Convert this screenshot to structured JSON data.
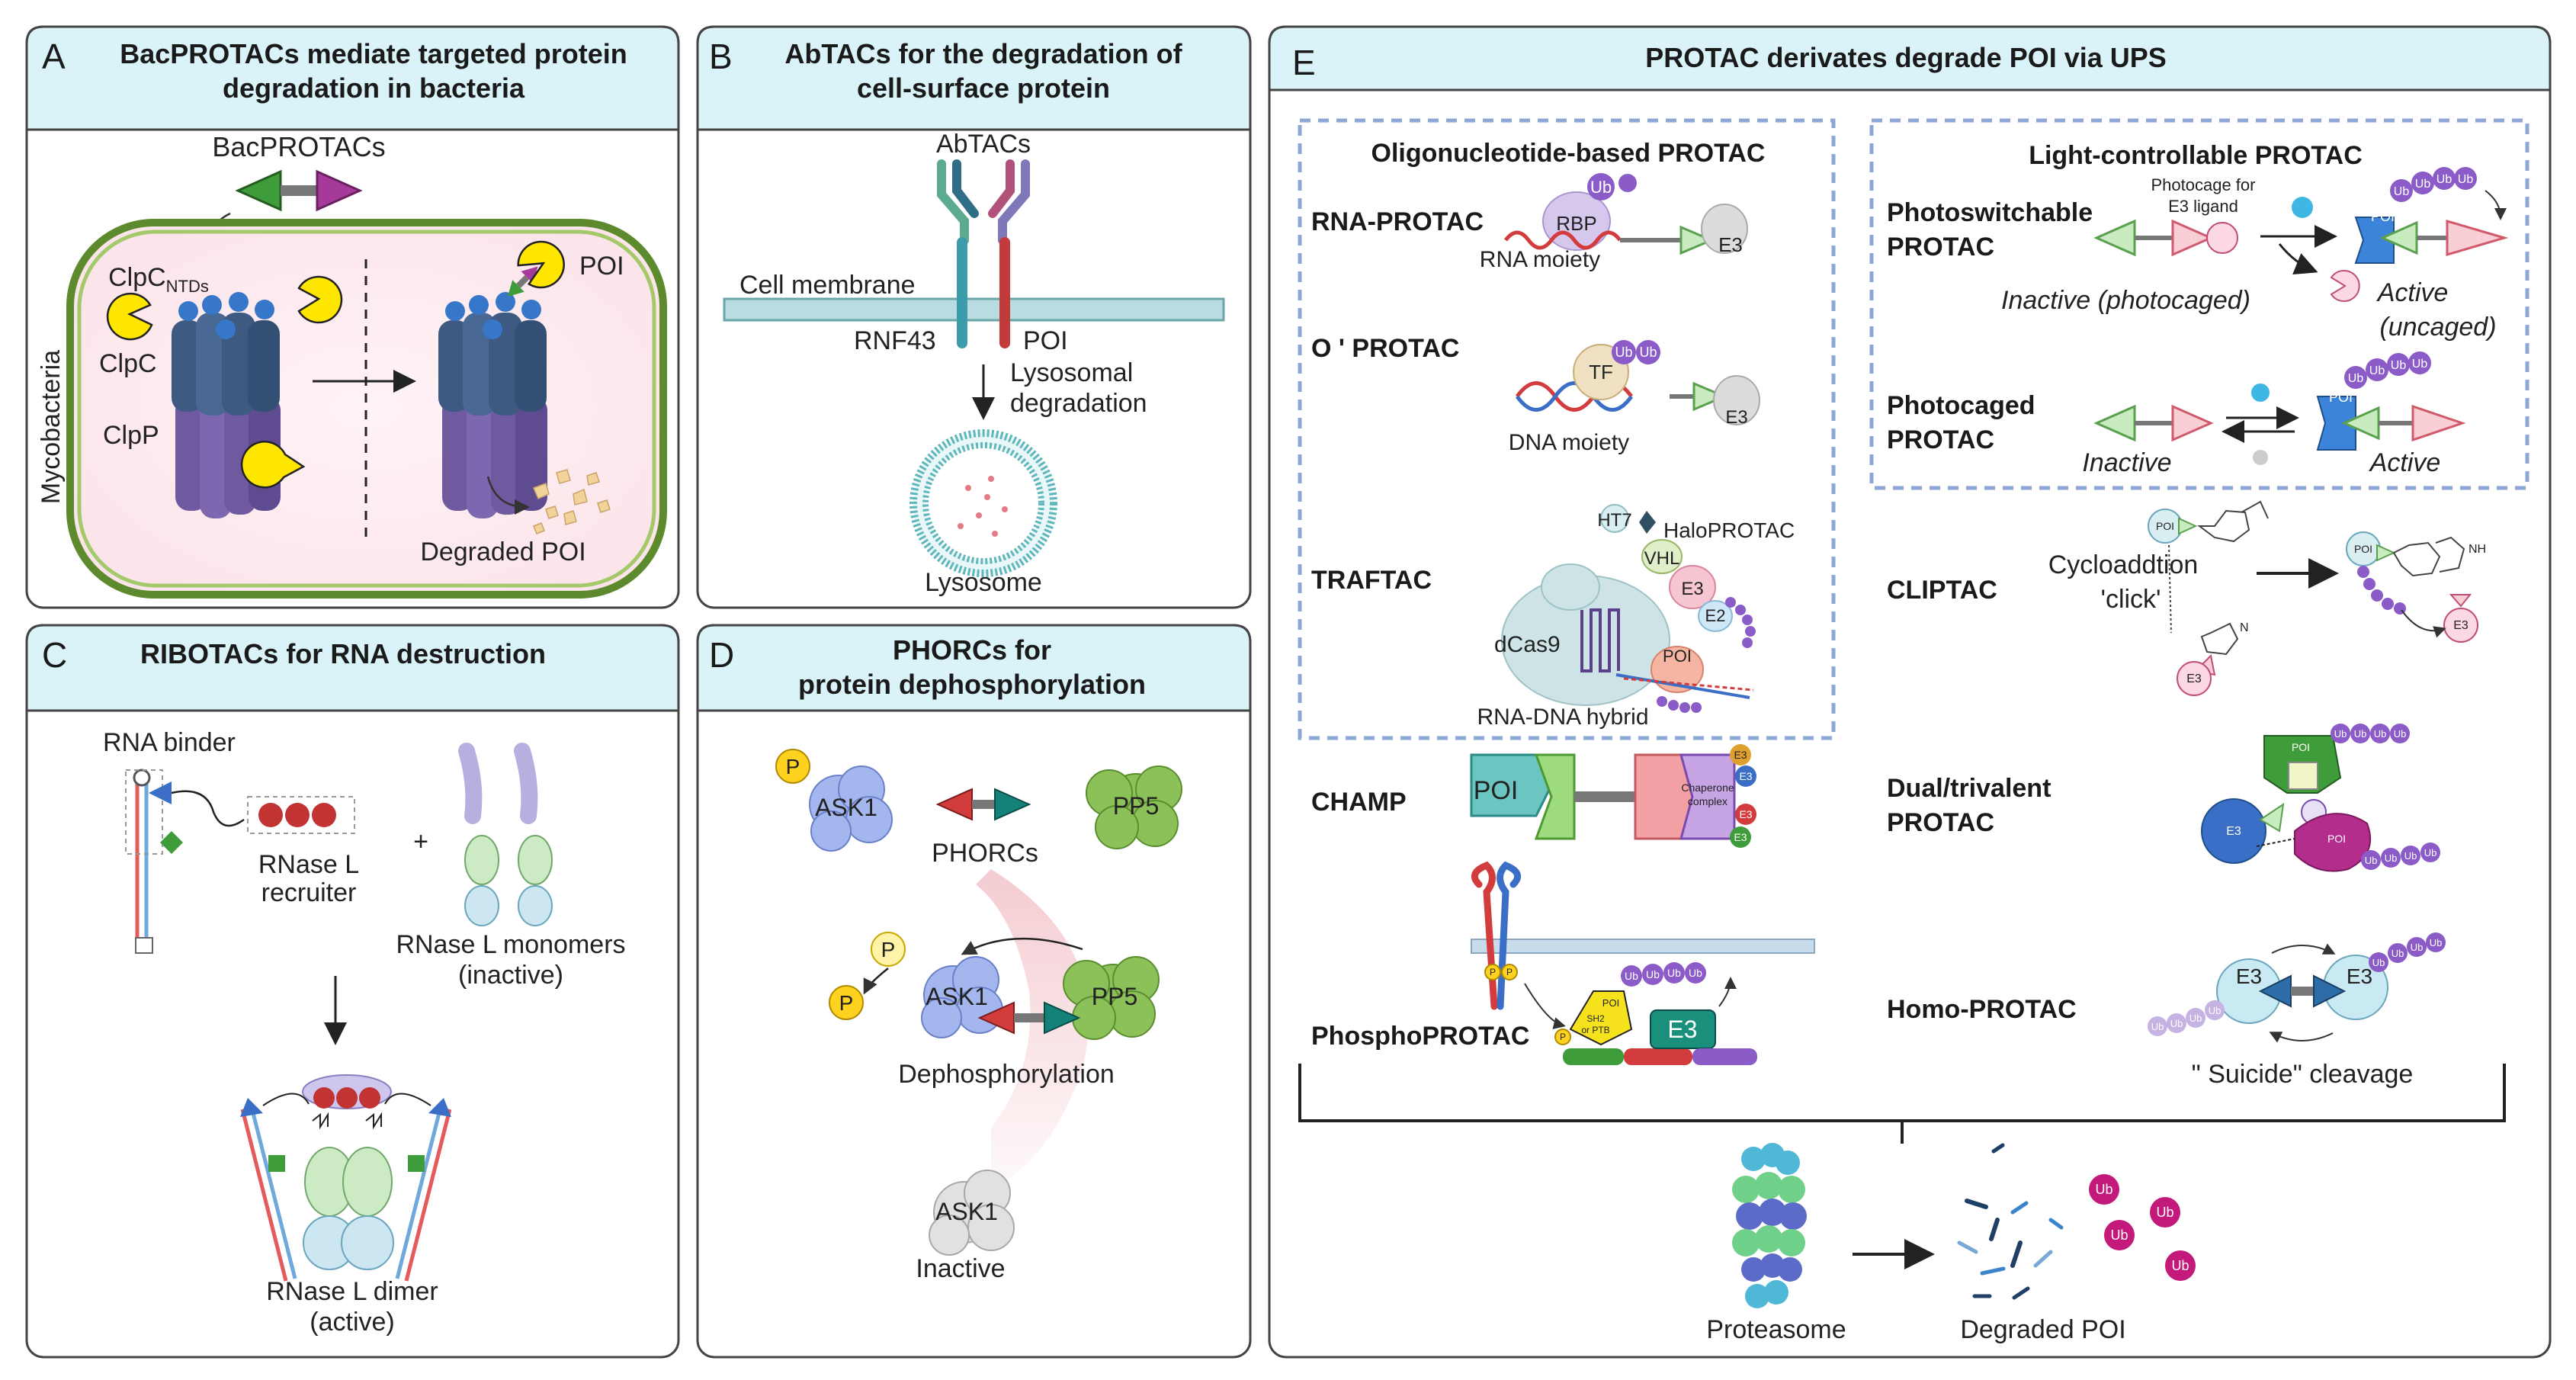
{
  "panels": {
    "A": {
      "letter": "A",
      "title_line1": "BacPROTACs mediate targeted protein",
      "title_line2": "degradation in bacteria",
      "bacprotacs": "BacPROTACs",
      "clpc_ntds": "ClpC",
      "ntds_sub": "NTDs",
      "clpc": "ClpC",
      "clpp": "ClpP",
      "mycobacteria": "Mycobacteria",
      "poi": "POI",
      "degraded_poi": "Degraded POI"
    },
    "B": {
      "letter": "B",
      "title_line1": "AbTACs for the degradation of",
      "title_line2": "cell-surface protein",
      "abtacs": "AbTACs",
      "cell_membrane": "Cell membrane",
      "rnf43": "RNF43",
      "poi": "POI",
      "lysosomal1": "Lysosomal",
      "lysosomal2": "degradation",
      "lysosome": "Lysosome"
    },
    "C": {
      "letter": "C",
      "title": "RIBOTACs for RNA destruction",
      "rna_binder": "RNA binder",
      "rnase_l": "RNase  L",
      "recruiter": "recruiter",
      "plus": "+",
      "monomers1": "RNase L monomers",
      "monomers2": "(inactive)",
      "dimer1": "RNase L dimer",
      "dimer2": "(active)"
    },
    "D": {
      "letter": "D",
      "title_line1": "PHORCs for",
      "title_line2": "protein dephosphorylation",
      "p": "P",
      "ask1": "ASK1",
      "pp5": "PP5",
      "phorcs": "PHORCs",
      "dephosphorylation": "Dephosphorylation",
      "inactive": "Inactive"
    },
    "E": {
      "letter": "E",
      "title": "PROTAC derivates degrade POI via UPS",
      "oligo_title": "Oligonucleotide-based PROTAC",
      "rna_protac": "RNA-PROTAC",
      "rbp": "RBP",
      "ub": "Ub",
      "e3": "E3",
      "rna_moiety": "RNA moiety",
      "o_protac": "O ' PROTAC",
      "tf": "TF",
      "dna_moiety": "DNA moiety",
      "traftac": "TRAFTAC",
      "ht7": "HT7",
      "haloprotac": "HaloPROTAC",
      "vhl": "VHL",
      "e2": "E2",
      "dcas9": "dCas9",
      "poi": "POI",
      "rna_dna_hybrid": "RNA-DNA hybrid",
      "light_title": "Light-controllable PROTAC",
      "photoswitchable1": "Photoswitchable",
      "photoswitchable2": "PROTAC",
      "photocage1": "Photocage for",
      "photocage2": "E3 ligand",
      "inactive_photocaged": "Inactive  (photocaged)",
      "active": "Active",
      "uncaged": "(uncaged)",
      "photocaged1": "Photocaged",
      "photocaged2": "PROTAC",
      "inactive": "Inactive",
      "cliptac": "CLIPTAC",
      "cycloaddition": "Cycloaddtion",
      "click": "'click'",
      "nh": "NH",
      "n": "N",
      "champ": "CHAMP",
      "chaperone1": "Chaperone",
      "chaperone2": "complex",
      "dual1": "Dual/trivalent",
      "dual2": "PROTAC",
      "phosphoprotac": "PhosphoPROTAC",
      "p": "P",
      "sh2a": "SH2",
      "sh2b": "or PTB",
      "homo": "Homo-PROTAC",
      "suicide": "\" Suicide\"  cleavage",
      "proteasome": "Proteasome",
      "degraded_poi": "Degraded POI"
    }
  },
  "colors": {
    "header_bg": "#d9f3f8",
    "panel_border": "#444444",
    "dashed_border": "#8ea6d6",
    "green_triangle": "#8bc97a",
    "pink_triangle": "#e58a9a",
    "ub_purple": "#8b5cc7",
    "ub_magenta": "#c2197a",
    "pacman_yellow": "#ffe600"
  }
}
